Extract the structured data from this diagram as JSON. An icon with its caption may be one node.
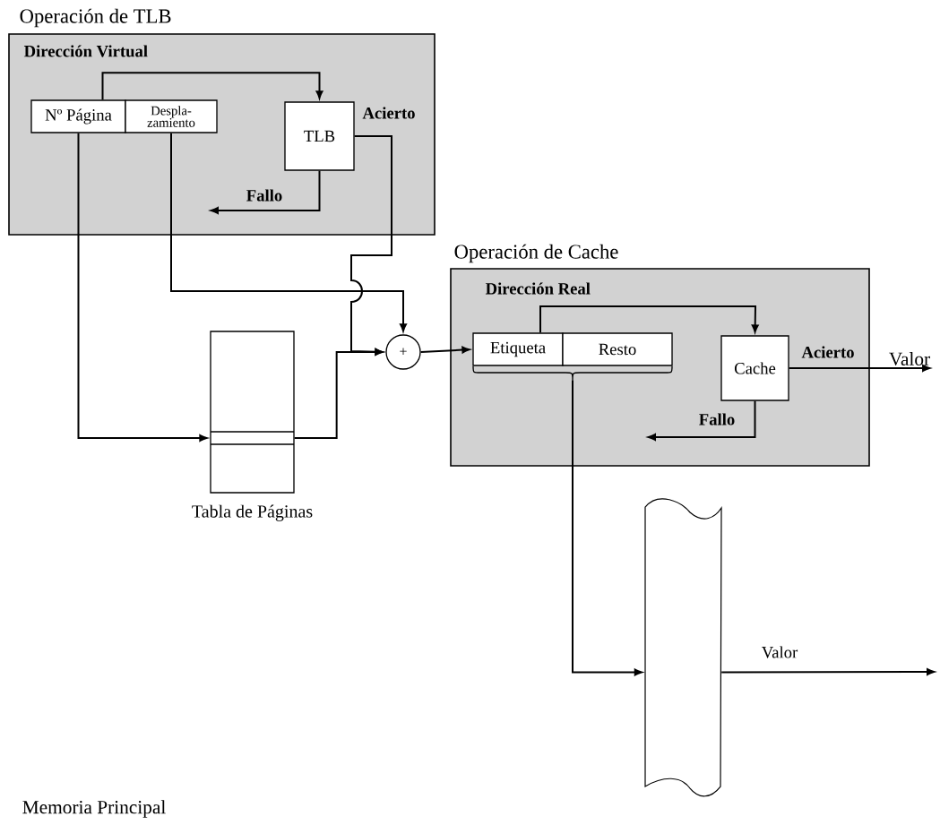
{
  "diagram": {
    "nodes": [
      {
        "text": [
          "Operación de TLB",
          "Dirección Virtual"
        ]
      },
      {
        "text": [
          "Nº Página"
        ],
        "in": 0
      },
      {
        "text": [
          "Despla- zamiento"
        ],
        "in": 0
      },
      {
        "text": [
          "TLB"
        ],
        "in": 0
      },
      {
        "text": [
          "Tabla de Páginas"
        ]
      },
      {
        "text": [
          "+"
        ]
      },
      {
        "text": [
          "Operación de Cache",
          "Dirección Real"
        ]
      },
      {
        "text": [
          "Etiqueta"
        ],
        "in": 6
      },
      {
        "text": [
          "Resto"
        ],
        "in": 6
      },
      {
        "text": [
          "Cache"
        ],
        "in": 6
      },
      {
        "text": [],
        "shape": "bar"
      },
      {
        "text": [],
        "shape": "brace",
        "in": 6
      },
      {
        "text": [
          "Valor"
        ]
      }
    ],
    "edges": [
      {
        "from": 1,
        "to": 3,
        "arrow": "to"
      },
      {
        "from": 3,
        "to": null,
        "arrow": "to",
        "label": "Fallo"
      },
      {
        "from": 3,
        "to": 5,
        "arrow": "to",
        "label": "Acierto"
      },
      {
        "from": 2,
        "to": 5,
        "arrow": "to"
      },
      {
        "from": 1,
        "to": 4,
        "arrow": "to"
      },
      {
        "from": 4,
        "to": 5,
        "arrow": "to"
      },
      {
        "from": 5,
        "to": 7,
        "arrow": "to"
      },
      {
        "from": 7,
        "to": 9,
        "arrow": "to"
      },
      {
        "from": 9,
        "to": null,
        "arrow": "to",
        "label": "Fallo"
      },
      {
        "from": 9,
        "to": 12,
        "arrow": "to",
        "label": "Acierto"
      },
      {
        "from": 11,
        "to": 10,
        "arrow": "to"
      },
      {
        "from": 10,
        "to": null,
        "arrow": "to",
        "label": "Valor"
      }
    ],
    "labels": [
      "Memoria Principal"
    ]
  }
}
